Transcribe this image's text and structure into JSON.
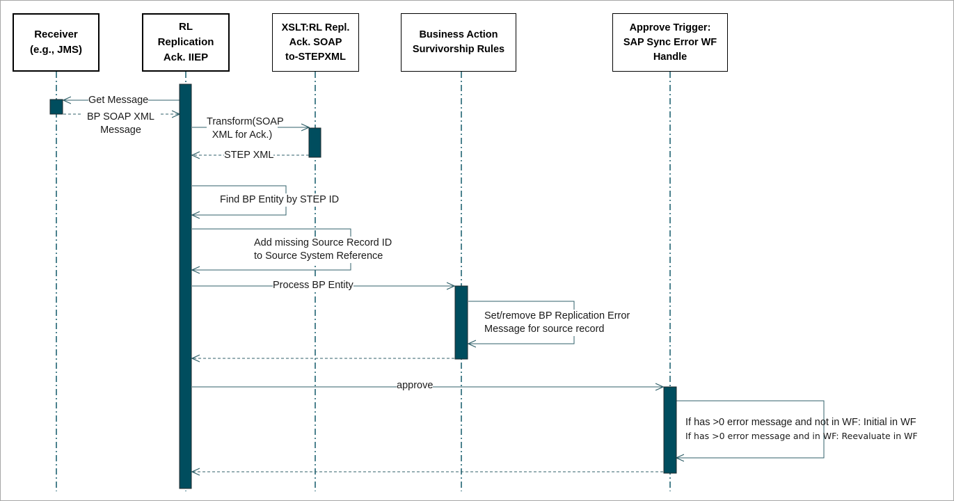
{
  "participants": {
    "receiver": [
      "Receiver",
      "(e.g., JMS)"
    ],
    "iiep": [
      "RL",
      "Replication",
      "Ack. IIEP"
    ],
    "xslt": [
      "XSLT:RL Repl.",
      "Ack. SOAP",
      "to-STEPXML"
    ],
    "business_action": [
      "Business Action",
      "Survivorship Rules"
    ],
    "approve_trigger": [
      "Approve Trigger:",
      "SAP Sync Error WF",
      "Handle"
    ]
  },
  "messages": {
    "get_message": "Get Message",
    "bp_soap_xml": [
      "BP SOAP XML",
      "Message"
    ],
    "transform": [
      "Transform(SOAP",
      "XML for Ack.)"
    ],
    "step_xml": "STEP XML",
    "find_bp_entity": "Find BP Entity by STEP ID",
    "add_missing": [
      "Add missing Source Record ID",
      "to Source System Reference"
    ],
    "process_bp_entity": "Process BP Entity",
    "set_remove": [
      "Set/remove BP Replication Error",
      "Message for source record"
    ],
    "approve": "approve",
    "wf_notes": [
      "If has >0 error message and not in WF: Initial in WF",
      "If has >0 error message and in WF: Reevaluate in WF"
    ]
  },
  "colors": {
    "activation": "#004d5e",
    "arrow": "#2f5f68",
    "lifeline": "#004d5e"
  }
}
